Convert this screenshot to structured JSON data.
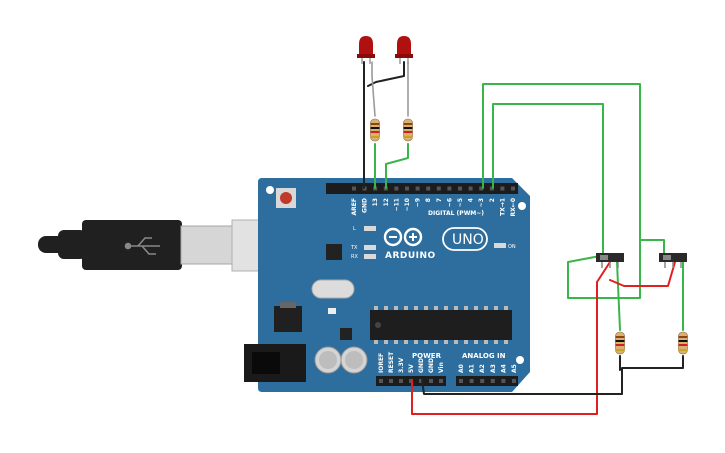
{
  "board": {
    "brand": "ARDUINO",
    "model": "UNO",
    "digital_label": "DIGITAL (PWM~)",
    "power_label": "POWER",
    "analog_label": "ANALOG IN",
    "led_l": "L",
    "led_tx": "TX",
    "led_rx": "RX",
    "led_on": "ON",
    "digital_pins": [
      "AREF",
      "GND",
      "13",
      "12",
      "~11",
      "~10",
      "~9",
      "8",
      "7",
      "~6",
      "~5",
      "4",
      "~3",
      "2",
      "TX→1",
      "RX←0"
    ],
    "power_pins": [
      "IOREF",
      "RESET",
      "3.3V",
      "5V",
      "GND",
      "GND",
      "Vin"
    ],
    "analog_pins": [
      "A0",
      "A1",
      "A2",
      "A3",
      "A4",
      "A5"
    ]
  },
  "wire_colors": {
    "green": "#39b54a",
    "black": "#222222",
    "red": "#e02020",
    "gray": "#9a9a9a"
  },
  "component_colors": {
    "board": "#2e6e9e",
    "led": "#b01010",
    "resistor": "#d9b273",
    "chip": "#1e1e1e",
    "usb_plug": "#202020",
    "usb_metal": "#d6d6d6"
  }
}
